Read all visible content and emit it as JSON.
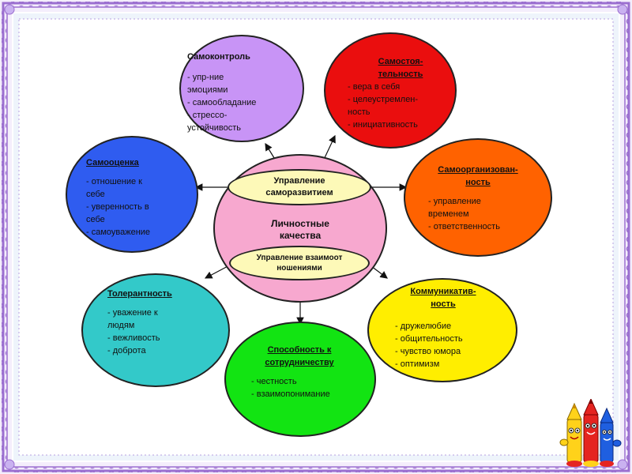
{
  "colors": {
    "frame_border": "#9b6fd0",
    "frame_bg": "#eef4fb",
    "center": "#f7a8cf",
    "pill": "#fdf9b8"
  },
  "center": {
    "top_pill": "Управление саморазвитием",
    "title": "Личностные качества",
    "bottom_pill": "Управление взаимоотношениями"
  },
  "nodes": [
    {
      "id": "samokontrol",
      "title": "Самоконтроль",
      "items": [
        "- упр-ние",
        "эмоциями",
        "- самообладание",
        "- стрессо-",
        "устойчивость"
      ],
      "color": "#c894f6"
    },
    {
      "id": "samostoyatelnost",
      "title": "Самостоя-тельность",
      "items": [
        "- вера в себя",
        "- целеустремлен-",
        "ность",
        "- инициативность"
      ],
      "color": "#ea0e0e"
    },
    {
      "id": "samoorganizovannost",
      "title": "Самоорганизован-ность",
      "items": [
        "- управление",
        "временем",
        "- ответственность"
      ],
      "color": "#ff6200"
    },
    {
      "id": "kommunikativnost",
      "title": "Коммуникатив-ность",
      "items": [
        "- дружелюбие",
        "- общительность",
        "- чувство юмора",
        "- оптимизм"
      ],
      "color": "#ffee00"
    },
    {
      "id": "sotrudnichestvo",
      "title": "Способность к сотрудничеству",
      "items": [
        "- честность",
        "- взаимопонимание"
      ],
      "color": "#12e412"
    },
    {
      "id": "tolerantnost",
      "title": "Толерантность",
      "items": [
        "- уважение к",
        "людям",
        "- вежливость",
        "- доброта"
      ],
      "color": "#33c9c9"
    },
    {
      "id": "samoocenka",
      "title": "Самооценка",
      "items": [
        "- отношение к",
        "себе",
        "- уверенность в",
        "себе",
        "- самоуважение"
      ],
      "color": "#2f5cf0"
    }
  ]
}
